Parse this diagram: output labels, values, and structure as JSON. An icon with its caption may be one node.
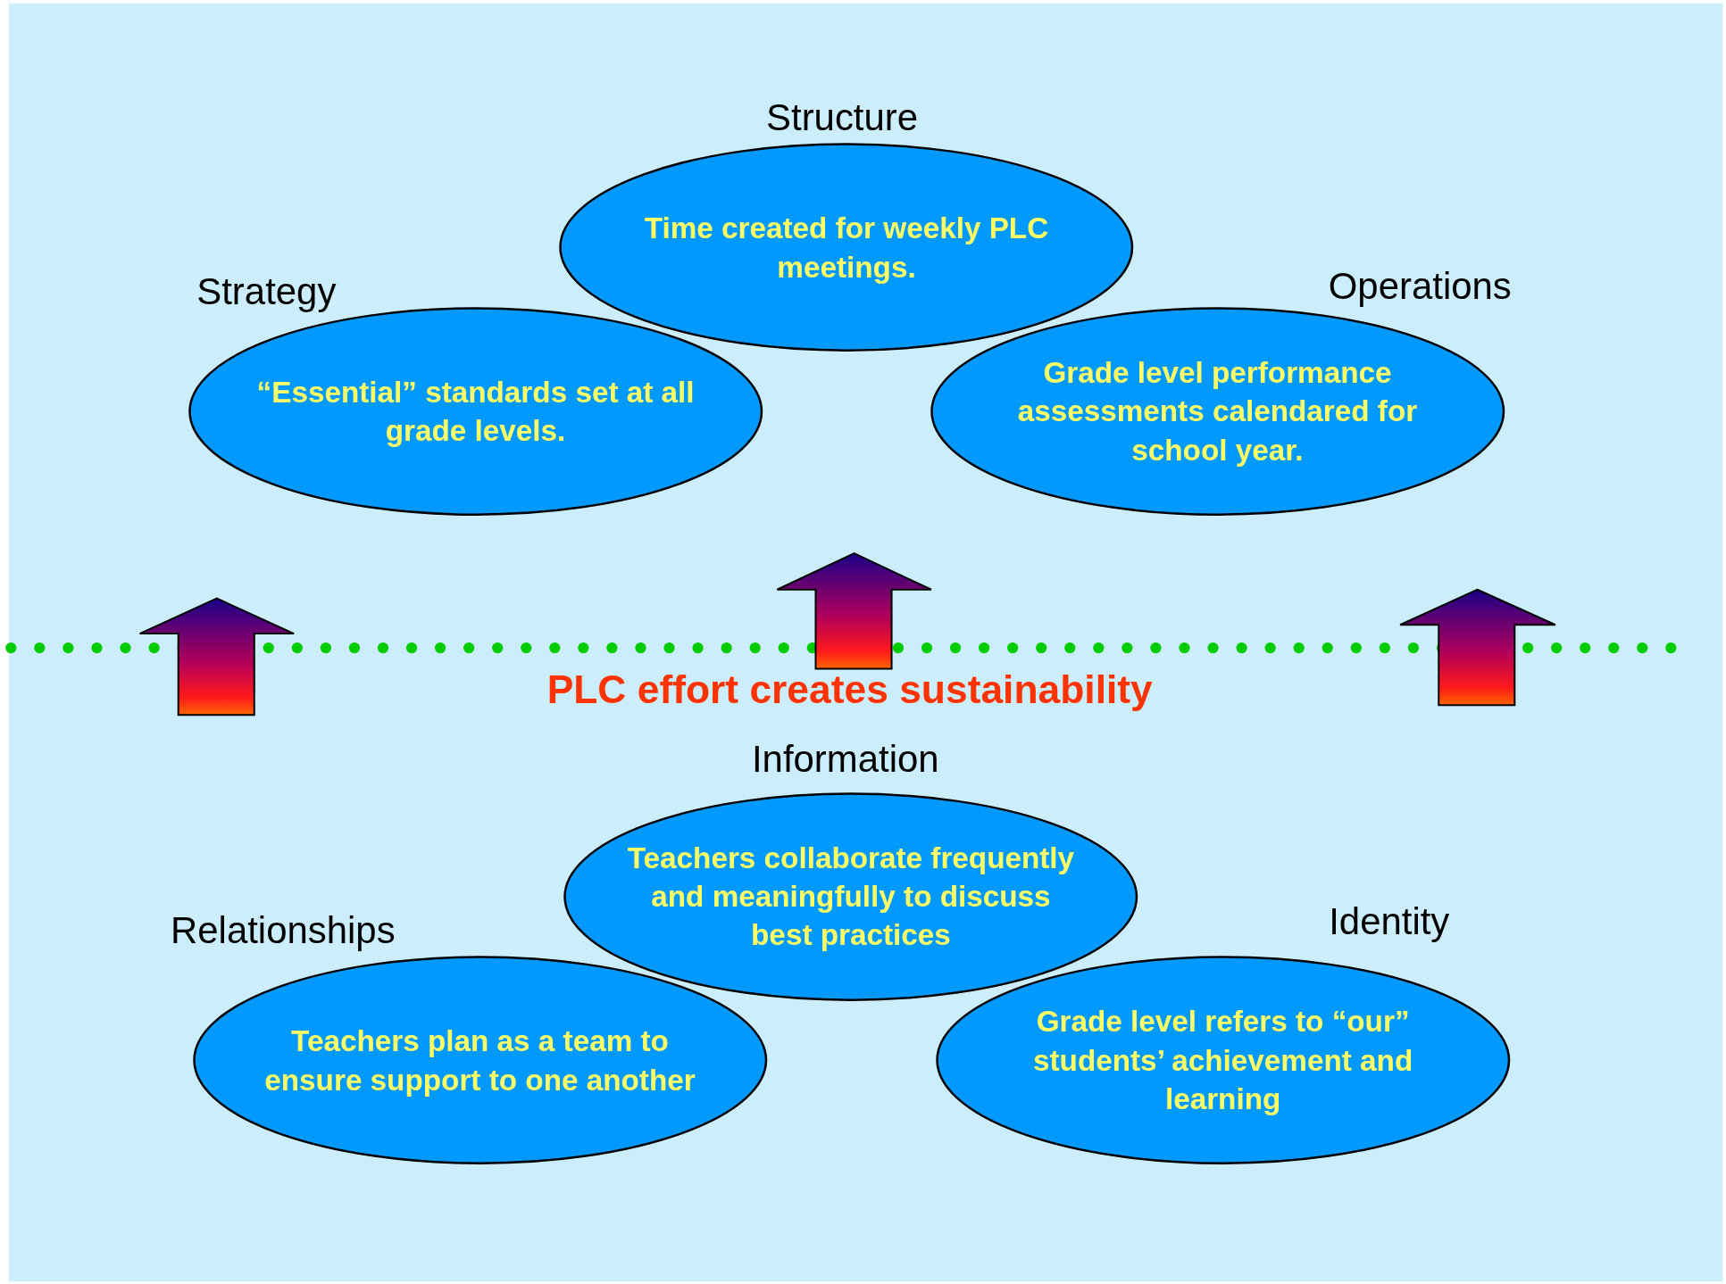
{
  "diagram": {
    "nodes": [
      {
        "text": [
          "Structure",
          "Time created for weekly PLC meetings."
        ]
      },
      {
        "text": [
          "Strategy",
          "“Essential” standards set at all grade levels."
        ]
      },
      {
        "text": [
          "Operations",
          "Grade level performance assessments calendared for school year."
        ]
      },
      {
        "text": [
          "Information",
          "Teachers collaborate frequently and meaningfully to discuss best practices"
        ]
      },
      {
        "text": [
          "Relationships",
          "Teachers plan as a team to ensure support to one another"
        ]
      },
      {
        "text": [
          "Identity",
          "Grade level refers to “our” students’ achievement and learning"
        ]
      }
    ],
    "labels": [
      "PLC effort creates sustainability"
    ]
  }
}
